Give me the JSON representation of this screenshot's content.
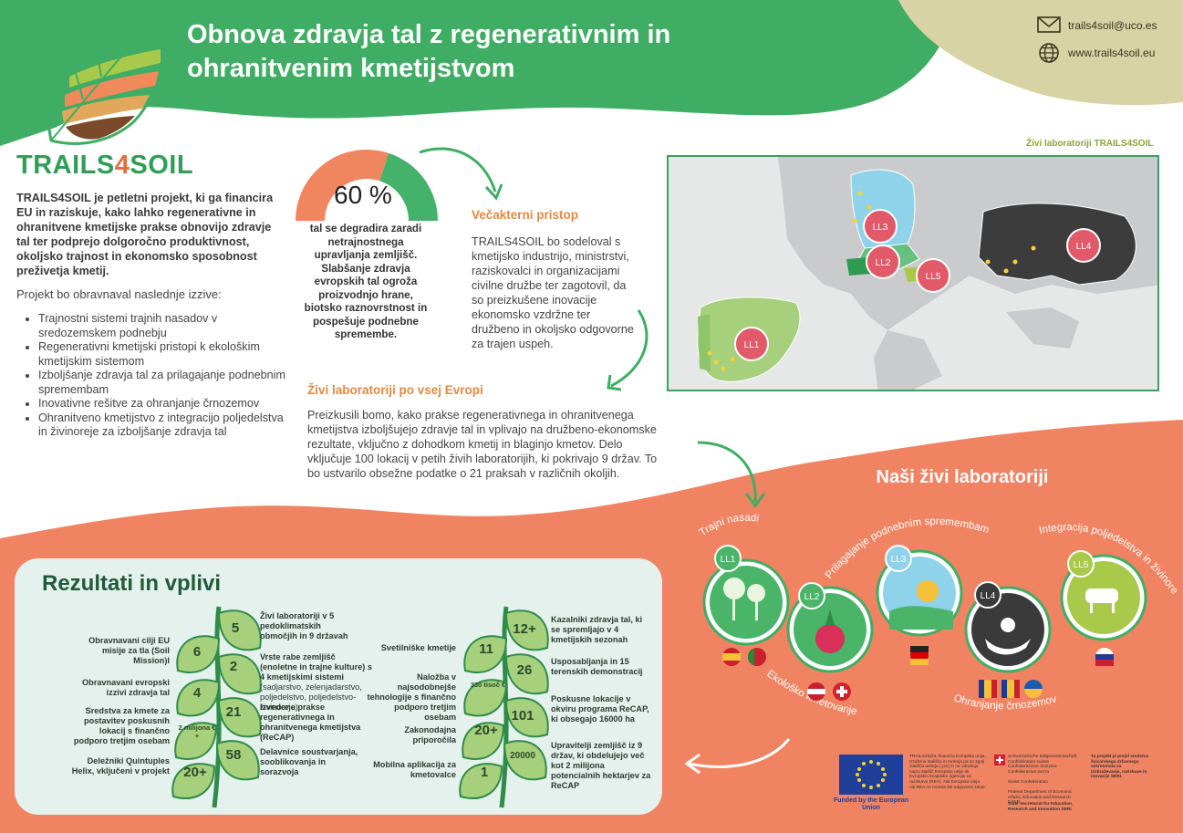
{
  "header": {
    "title": "Obnova zdravja tal z regenerativnim in ohranitvenim kmetijstvom",
    "email": "trails4soil@uco.es",
    "website": "www.trails4soil.eu"
  },
  "brand": {
    "part1": "TRAILS",
    "part2": "4",
    "part3": "SOIL"
  },
  "intro": "TRAILS4SOIL je petletni projekt, ki ga financira EU in raziskuje, kako lahko regenerativne in ohranitvene kmetijske prakse obnovijo zdravje tal ter podprejo dolgoročno produktivnost, okoljsko trajnost in ekonomsko sposobnost preživetja kmetij.",
  "challenges_intro": "Projekt bo obravnaval naslednje izzive:",
  "challenges": [
    "Trajnostni sistemi trajnih nasadov v sredozemskem podnebju",
    "Regenerativni kmetijski pristopi k ekološkim kmetijskim sistemom",
    "Izboljšanje zdravja tal za prilagajanje podnebnim spremembam",
    "Inovativne rešitve za ohranjanje črnozemov",
    "Ohranitveno kmetijstvo z integracijo poljedelstva in živinoreje za izboljšanje zdravja tal"
  ],
  "stat": {
    "value": "60 %",
    "fraction": 0.6,
    "text": "tal se degradira zaradi netrajnostnega upravljanja zemljišč. Slabšanje zdravja evropskih tal ogroža proizvodnjo hrane, biotsko raznovrstnost in pospešuje podnebne spremembe.",
    "colors": {
      "degraded": "#f08660",
      "rest": "#44b26a"
    }
  },
  "multi": {
    "heading": "Večakterni pristop",
    "text": "TRAILS4SOIL bo sodeloval s kmetijsko industrijo, ministrstvi, raziskovalci in organizacijami civilne družbe ter zagotovil, da so preizkušene inovacije ekonomsko vzdržne ter družbeno in okoljsko odgovorne za trajen uspeh."
  },
  "living_labs_europe": {
    "heading": "Živi laboratoriji po vsej Evropi",
    "text": "Preizkusili bomo, kako prakse regenerativnega in ohranitvenega kmetijstva izboljšujejo zdravje tal in vplivajo na družbeno-ekonomske rezultate, vključno z dohodkom kmetij in blaginjo kmetov. Delo vključuje 100 lokacij v petih živih laboratorijih, ki pokrivajo 9 držav. To bo ustvarilo obsežne podatke o 21 praksah v različnih okoljih."
  },
  "map": {
    "title": "Živi laboratoriji TRAILS4SOIL",
    "labs": [
      "LL1",
      "LL2",
      "LL3",
      "LL4",
      "LL5"
    ]
  },
  "our_labs": {
    "title": "Naši živi laboratoriji",
    "labs": [
      {
        "id": "LL1",
        "theme": "Trajni nasadi"
      },
      {
        "id": "LL2",
        "theme": "Ekološko kmetovanje"
      },
      {
        "id": "LL3",
        "theme": "Prilagajanje podnebnim spremembam"
      },
      {
        "id": "LL4",
        "theme": "Ohranjanje črnozemov"
      },
      {
        "id": "LL5",
        "theme": "Integracija poljedelstva in živinoreje"
      }
    ]
  },
  "results": {
    "title": "Rezultati in vplivi",
    "left_plant": [
      {
        "num": "5",
        "text": "Živi laboratoriji v 5 pedoklimatskih območjih in 9 državah"
      },
      {
        "num": "6",
        "text": "Obravnavani cilji EU misije za tla (Soil Mission)l"
      },
      {
        "num": "2",
        "text": "Vrste rabe zemljišč (enoletne in trajne kulture) s 4 kmetijskimi sistemi",
        "text_note": "(sadjarstvo, zelenjadarstvo, poljedelstvo, poljedelstvo-živinoreja)"
      },
      {
        "num": "4",
        "text": "Obravnavani evropski izzivi zdravja tal"
      },
      {
        "num": "21",
        "text": "Izvedene prakse regenerativnega in ohranitvenega kmetijstva (ReCAP)"
      },
      {
        "num": "2 milijona €+",
        "text": "Sredstva za kmete za postavitev poskusnih lokacij s finančno podporo tretjim osebam"
      },
      {
        "num": "58",
        "text": "Delavnice soustvarjanja, sooblikovanja in sorazvoja"
      },
      {
        "num": "20+",
        "text": "Deležniki Quintuples Helix, vključeni v projekt"
      }
    ],
    "right_plant": [
      {
        "num": "12+",
        "text": "Kazalniki zdravja tal, ki se spremljajo v 4 kmetijskih sezonah"
      },
      {
        "num": "11",
        "text": "Svetilniške kmetije"
      },
      {
        "num": "26",
        "text": "Usposabljanja in 15 terenskih demonstracij"
      },
      {
        "num": "330 tisoč €",
        "text": "Naložba v najsodobnejše tehnologije s finančno podporo tretjim osebam"
      },
      {
        "num": "101",
        "text": "Poskusne lokacije v okviru programa ReCAP, ki obsegajo 16000 ha"
      },
      {
        "num": "20+",
        "text": "Zakonodajna priporočila"
      },
      {
        "num": "20000",
        "text": "Upravitelji zemljišč iz 9 držav, ki obdelujejo več kot 2 milijona potencialnih hektarjev za ReCAP"
      },
      {
        "num": "1",
        "text": "Mobilna aplikacija za kmetovalce"
      }
    ]
  },
  "funding": {
    "eu_label": "Funded by the European Union",
    "eu_text": "TRAILS4SOIL financira Evropska unija. Izražena stališča in mnenja pa so zgolj stališča avtorja (-jev) in ne odražajo nujno stališč Evropske unije ali Evropske izvajalske agencije za raziskave (REA). Niti Evropska unija niti REA ne moreta biti odgovorni zanje.",
    "swiss_text": "Schweizerische Eidgenossenschaft Confédération suisse Confederazione Svizzera Confederaziun svizra",
    "swiss_sub": "Swiss Confederation",
    "swiss_dept": "Federal Department of Economic Affairs, Education and Research EAER",
    "swiss_sec": "State Secretariat for Education, Research and Innovation SERI",
    "swiss_note": "Ta projekt je prejel sredstva švicarskega državnega sekretariata za izobraževanje, raziskave in inovacije SERI."
  }
}
